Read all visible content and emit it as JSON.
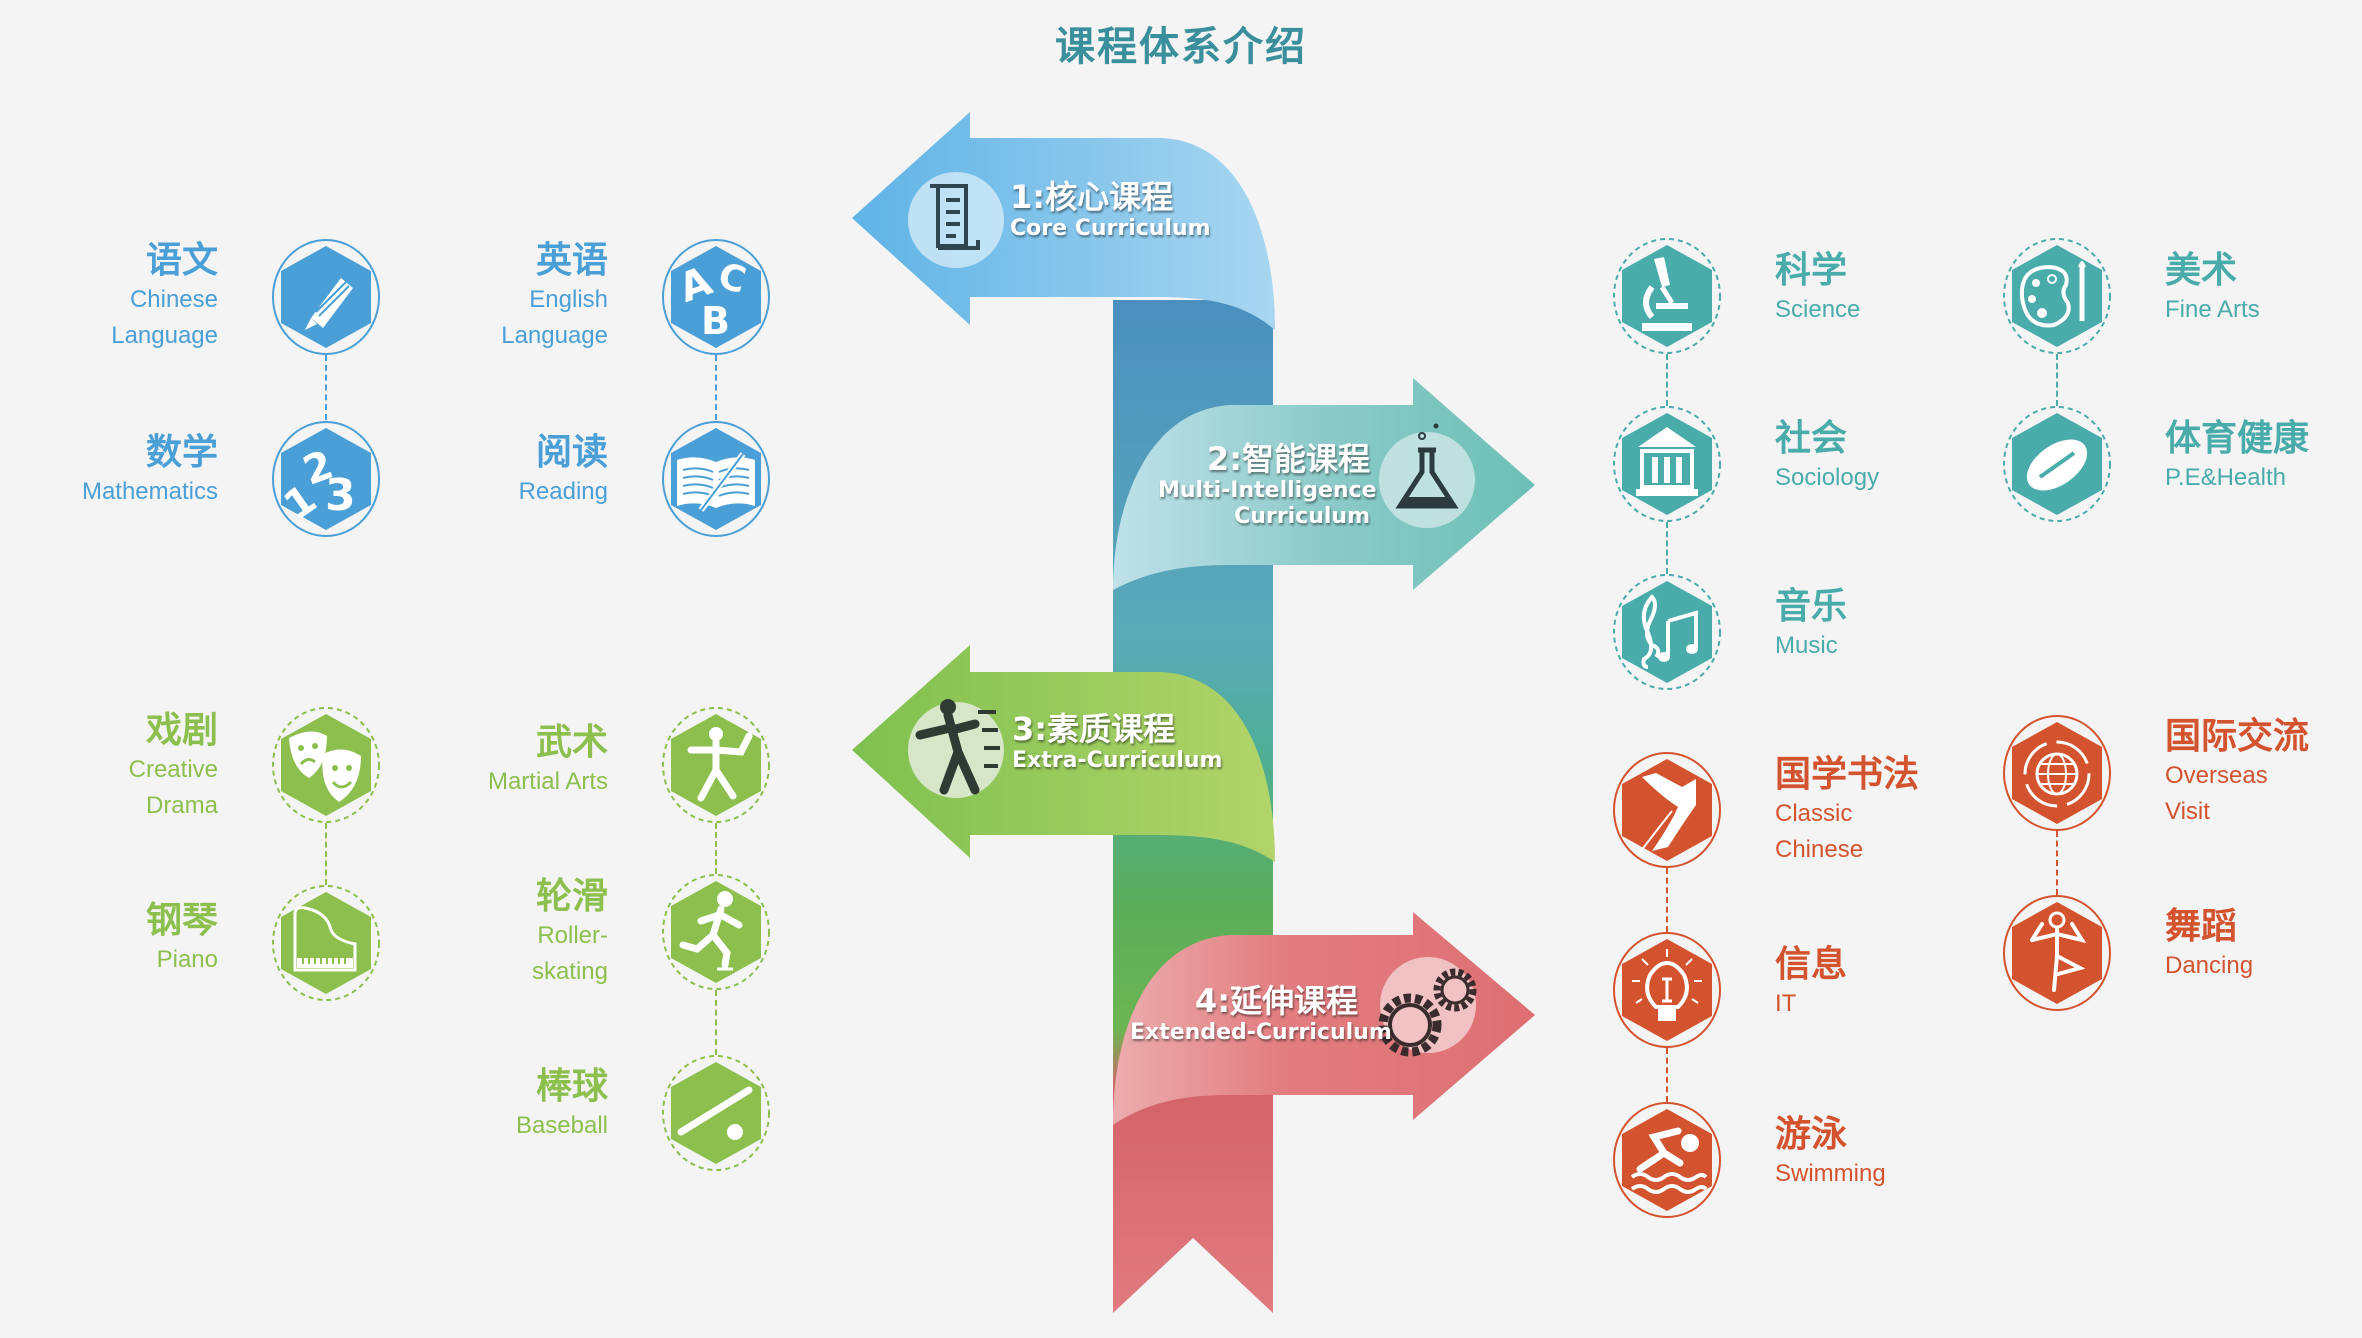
{
  "title": "课程体系介绍",
  "colors": {
    "blue": "#4a9fd6",
    "green": "#8cbf4e",
    "teal": "#4aabab",
    "orange": "#d4532f",
    "title": "#3a8f9c",
    "background": "#f4f4f4"
  },
  "curriculum": [
    {
      "number": "1",
      "cn": "1:核心课程",
      "en": "Core Curriculum",
      "icon": "scroll-icon",
      "color": "#6cbbe8"
    },
    {
      "number": "2",
      "cn": "2:智能课程",
      "en_line1": "Multi-Intelligence",
      "en_line2": "Curriculum",
      "icon": "flask-icon",
      "color": "#7cc4bf"
    },
    {
      "number": "3",
      "cn": "3:素质课程",
      "en": "Extra-Curriculum",
      "icon": "running-man-icon",
      "color": "#8cc354"
    },
    {
      "number": "4",
      "cn": "4:延伸课程",
      "en": "Extended-Curriculum",
      "icon": "gears-icon",
      "color": "#e07376"
    }
  ],
  "core_subjects": [
    {
      "cn": "语文",
      "en": [
        "Chinese",
        "Language"
      ],
      "icon": "fountain-pen-icon"
    },
    {
      "cn": "英语",
      "en": [
        "English",
        "Language"
      ],
      "icon": "abc-letters-icon"
    },
    {
      "cn": "数学",
      "en": [
        "Mathematics"
      ],
      "icon": "numbers-123-icon"
    },
    {
      "cn": "阅读",
      "en": [
        "Reading"
      ],
      "icon": "open-book-icon"
    }
  ],
  "multi_intelligence_subjects": [
    {
      "cn": "科学",
      "en": [
        "Science"
      ],
      "icon": "microscope-icon"
    },
    {
      "cn": "美术",
      "en": [
        "Fine Arts"
      ],
      "icon": "palette-icon"
    },
    {
      "cn": "社会",
      "en": [
        "Sociology"
      ],
      "icon": "building-columns-icon"
    },
    {
      "cn": "体育健康",
      "en": [
        "P.E&Health"
      ],
      "icon": "football-icon"
    },
    {
      "cn": "音乐",
      "en": [
        "Music"
      ],
      "icon": "music-notes-icon"
    }
  ],
  "extra_subjects": [
    {
      "cn": "戏剧",
      "en": [
        "Creative",
        "Drama"
      ],
      "icon": "drama-masks-icon"
    },
    {
      "cn": "武术",
      "en": [
        "Martial Arts"
      ],
      "icon": "martial-arts-icon"
    },
    {
      "cn": "钢琴",
      "en": [
        "Piano"
      ],
      "icon": "piano-icon"
    },
    {
      "cn": "轮滑",
      "en": [
        "Roller-",
        "skating"
      ],
      "icon": "roller-skater-icon"
    },
    {
      "cn": "棒球",
      "en": [
        "Baseball"
      ],
      "icon": "baseball-bat-icon"
    }
  ],
  "extended_subjects": [
    {
      "cn": "国学书法",
      "en": [
        "Classic",
        "Chinese"
      ],
      "icon": "great-wall-icon"
    },
    {
      "cn": "国际交流",
      "en": [
        "Overseas",
        "Visit"
      ],
      "icon": "globe-icon"
    },
    {
      "cn": "信息",
      "en": [
        "IT"
      ],
      "icon": "lightbulb-icon"
    },
    {
      "cn": "舞蹈",
      "en": [
        "Dancing"
      ],
      "icon": "dancer-icon"
    },
    {
      "cn": "游泳",
      "en": [
        "Swimming"
      ],
      "icon": "swimmer-icon"
    }
  ]
}
